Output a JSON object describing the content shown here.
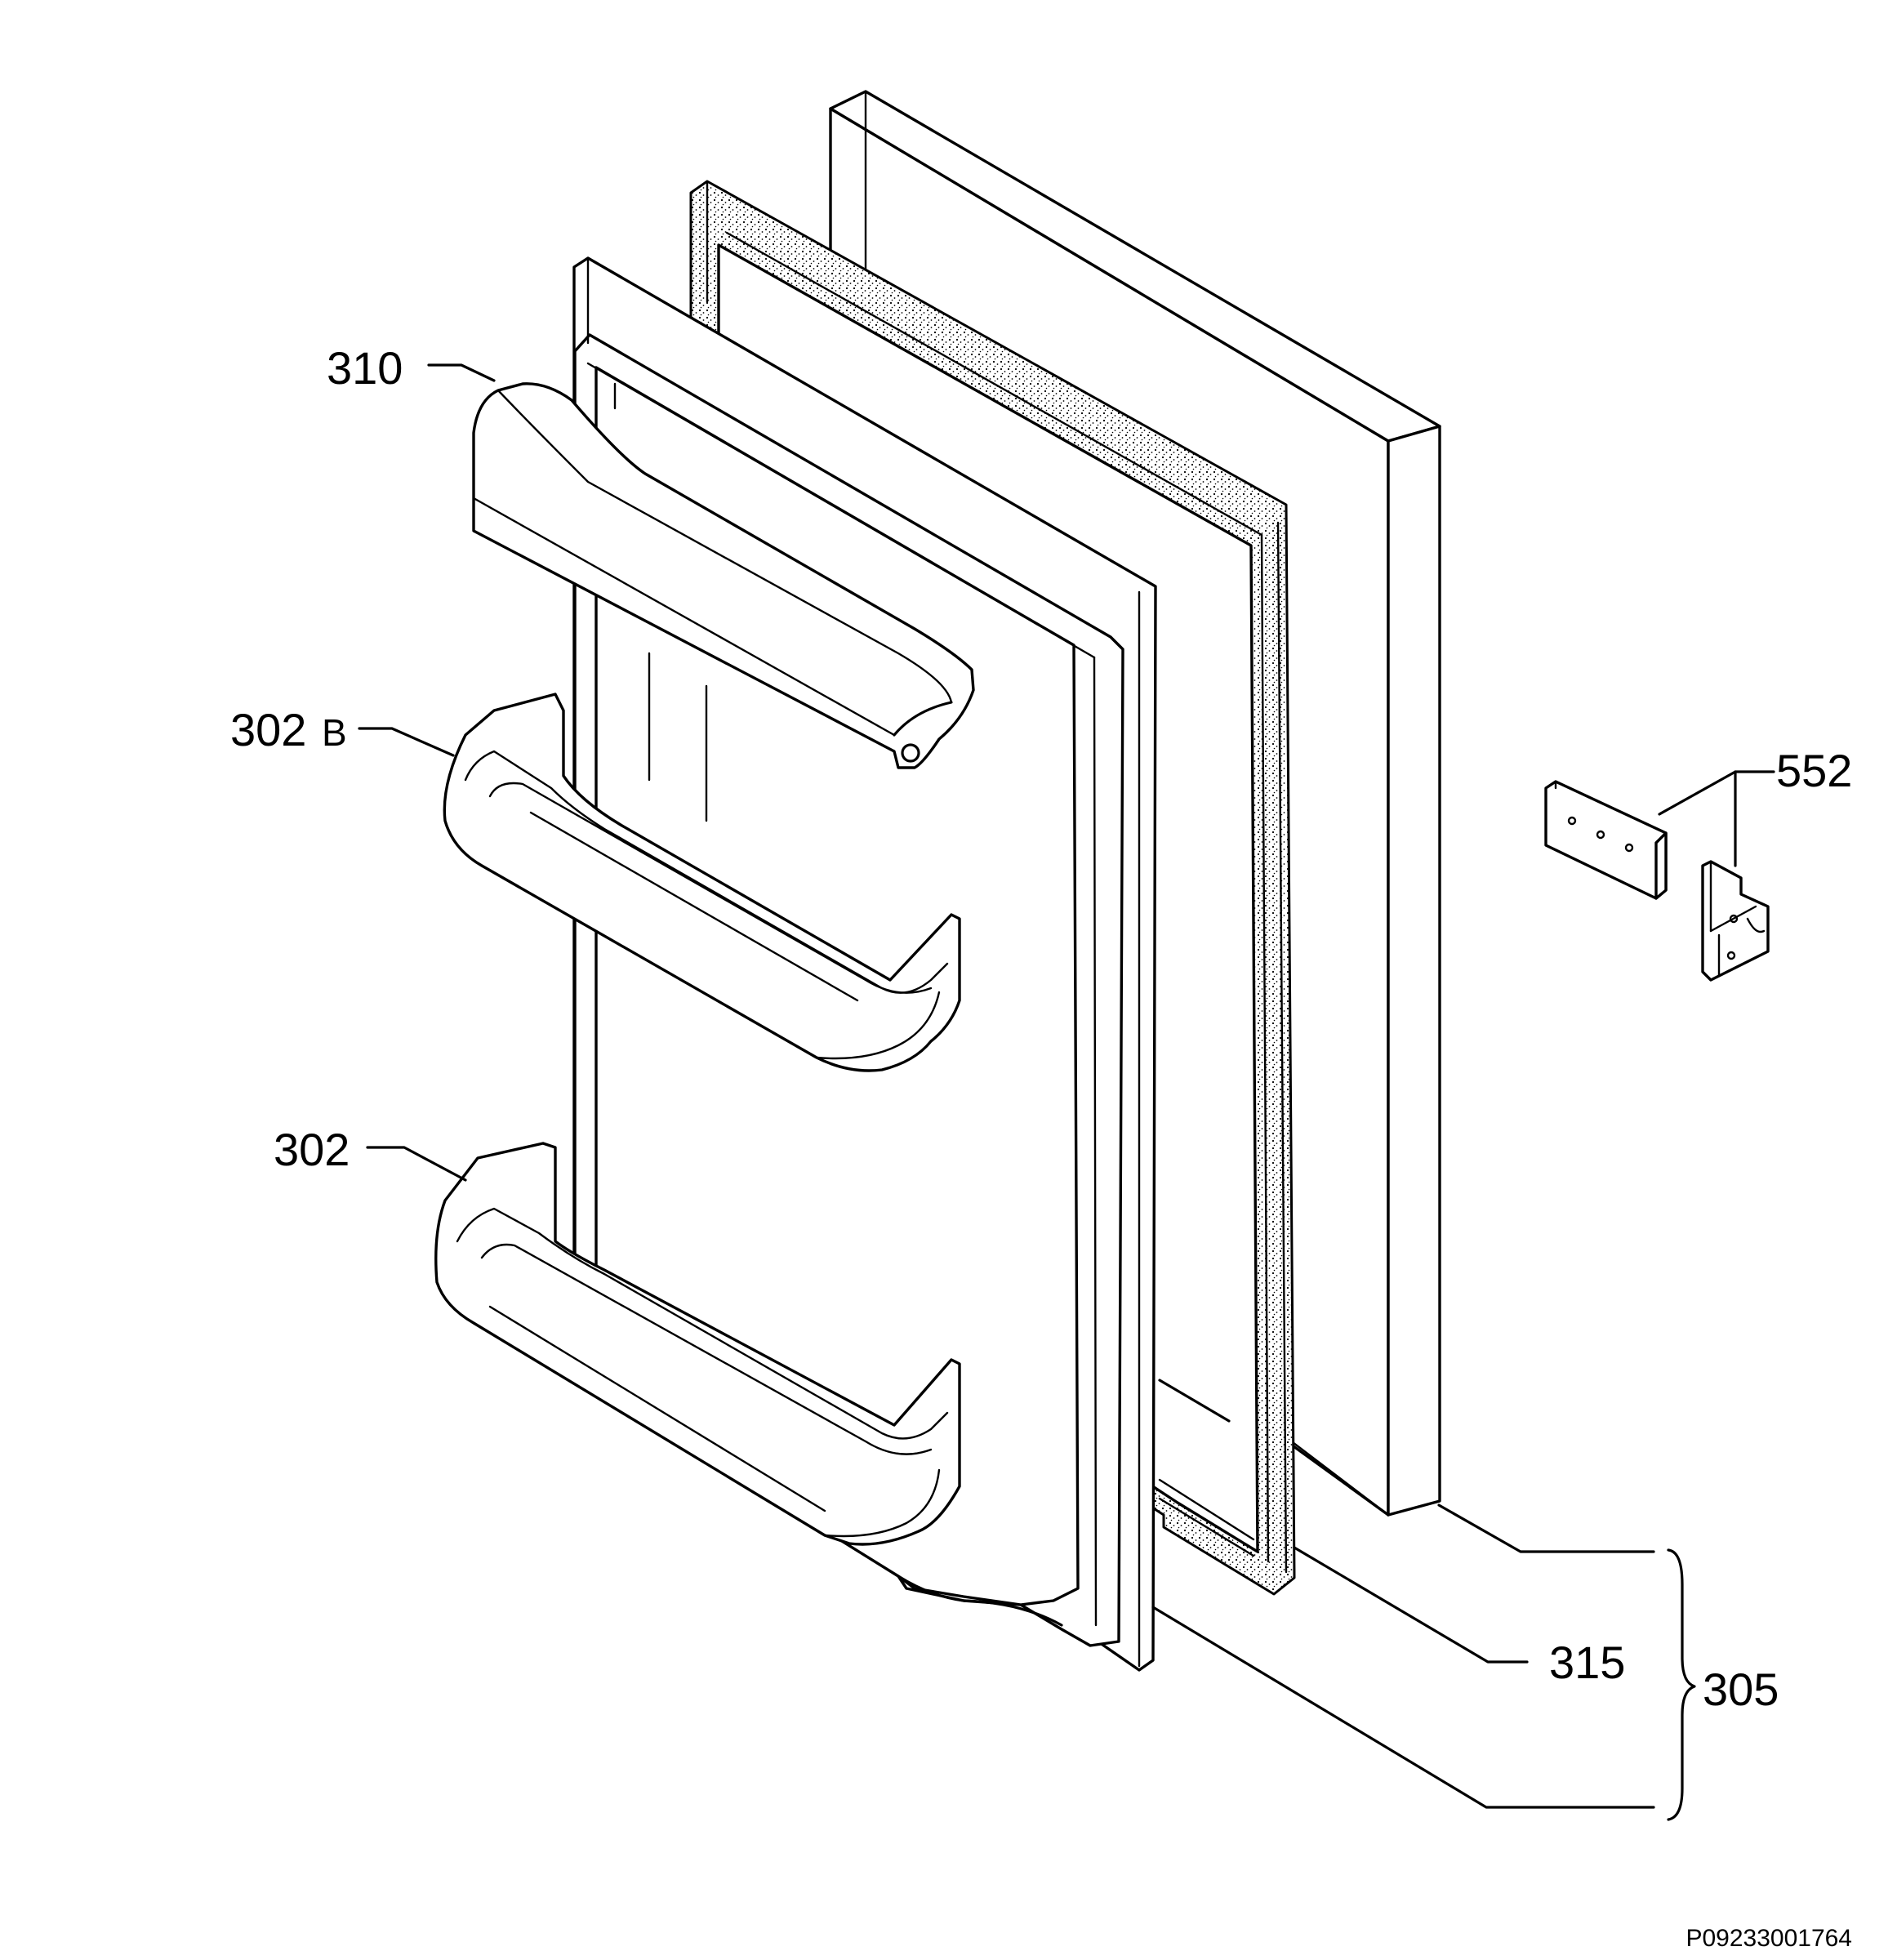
{
  "diagram": {
    "callouts": {
      "c310": "310",
      "c302b_num": "302",
      "c302b_suffix": "B",
      "c302": "302",
      "c552": "552",
      "c315": "315",
      "c305": "305"
    },
    "document_id": "P09233001764"
  }
}
